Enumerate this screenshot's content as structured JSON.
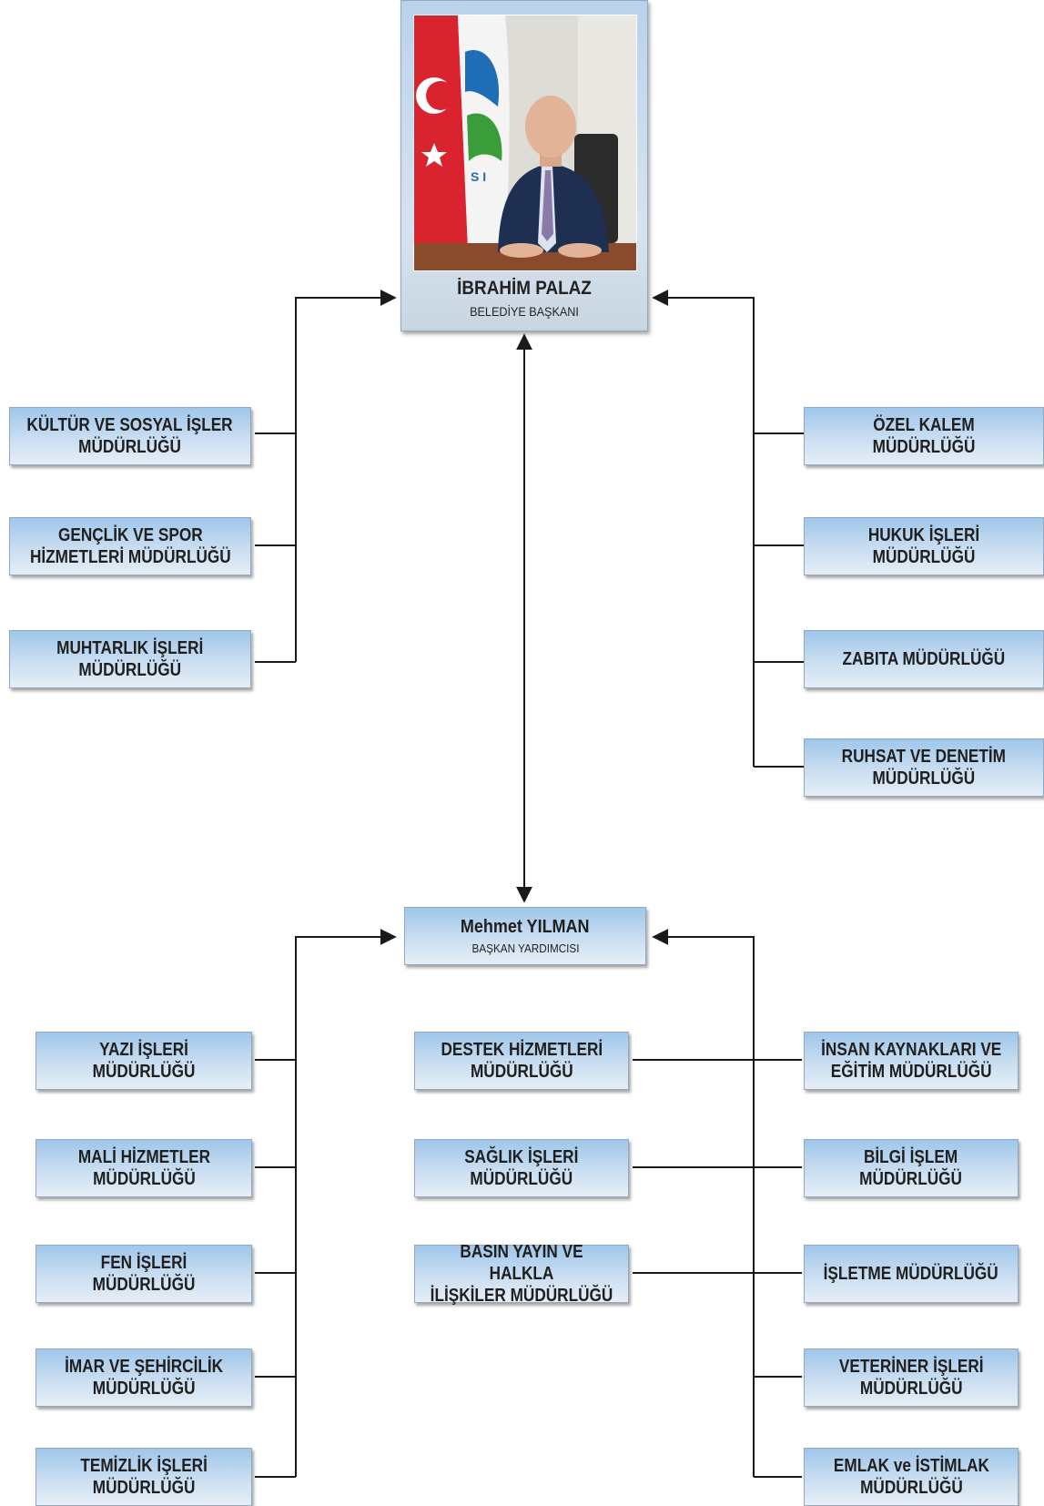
{
  "mayor": {
    "name": "İBRAHİM PALAZ",
    "title": "BELEDİYE BAŞKANI"
  },
  "vice": {
    "name": "Mehmet YILMAN",
    "title": "BAŞKAN YARDIMCISI"
  },
  "left_top": [
    "KÜLTÜR VE SOSYAL İŞLER\nMÜDÜRLÜĞÜ",
    "GENÇLİK VE SPOR\nHİZMETLERİ MÜDÜRLÜĞÜ",
    "MUHTARLIK İŞLERİ\nMÜDÜRLÜĞÜ"
  ],
  "right_top": [
    "ÖZEL KALEM MÜDÜRLÜĞÜ",
    "HUKUK İŞLERİ MÜDÜRLÜĞÜ",
    "ZABITA MÜDÜRLÜĞÜ",
    "RUHSAT VE DENETİM\nMÜDÜRLÜĞÜ"
  ],
  "left_bottom": [
    "YAZI İŞLERİ MÜDÜRLÜĞÜ",
    "MALİ HİZMETLER\nMÜDÜRLÜĞÜ",
    "FEN İŞLERİ MÜDÜRLÜĞÜ",
    "İMAR VE ŞEHİRCİLİK\nMÜDÜRLÜĞÜ",
    "TEMİZLİK İŞLERİ\nMÜDÜRLÜĞÜ"
  ],
  "center_bottom": [
    "DESTEK HİZMETLERİ\nMÜDÜRLÜĞÜ",
    "SAĞLIK İŞLERİ\nMÜDÜRLÜĞÜ",
    "BASIN YAYIN VE HALKLA\nİLİŞKİLER MÜDÜRLÜĞÜ"
  ],
  "right_bottom": [
    "İNSAN KAYNAKLARI VE\nEĞİTİM MÜDÜRLÜĞÜ",
    "BİLGİ İŞLEM\nMÜDÜRLÜĞÜ",
    "İŞLETME MÜDÜRLÜĞÜ",
    "VETERİNER İŞLERİ\nMÜDÜRLÜĞÜ",
    "EMLAK ve İSTİMLAK\nMÜDÜRLÜĞÜ"
  ],
  "colors": {
    "line": "#1a1a1a",
    "box_top": "#9fc6ea",
    "box_bottom": "#e6eef6",
    "flag_red": "#d9232e"
  }
}
